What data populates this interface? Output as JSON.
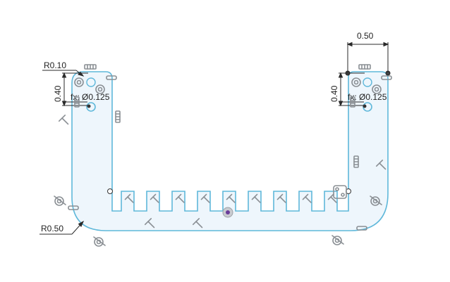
{
  "sketch": {
    "colors": {
      "profile": "#5fb8da",
      "fill": "#eef6fc",
      "dimension": "#2a2a2a",
      "constraint_icon": "#8a8f94",
      "background": "#ffffff"
    },
    "dimensions": {
      "top_width": "0.50",
      "fillet_top_left": "R0.10",
      "fillet_bottom_left": "R0.50",
      "left_height": "0.40",
      "right_height": "0.40",
      "left_hole": "fx: Ø0.125",
      "right_hole": "fx: Ø0.125"
    },
    "constraint_icons": [
      "horizontal-constraint-icon",
      "vertical-constraint-icon",
      "perpendicular-constraint-icon",
      "tangent-constraint-icon",
      "coincident-constraint-icon",
      "equal-constraint-icon",
      "fix-constraint-icon"
    ],
    "teeth_count": 9
  }
}
